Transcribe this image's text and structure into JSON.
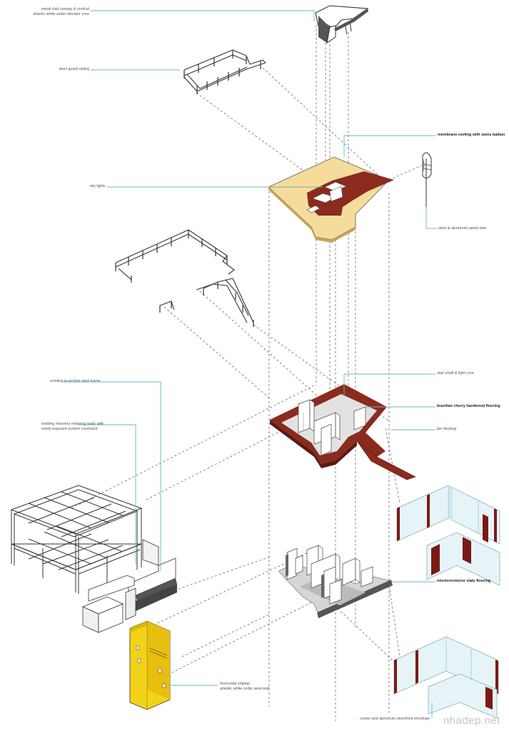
{
  "labels": {
    "canopy": [
      "metal clad canopy & vertical",
      "atlantic white cedar elevator core"
    ],
    "railing": "steel guard railing",
    "membrane": "membrane roofing with stone ballast",
    "skylights": "sky lights",
    "spiral": "steel & aluminum spiral stair",
    "steel_frame": "existing w-section steel frame",
    "masonry": [
      "existing masonry retaining walls with",
      "newly exposed sunken courtyard"
    ],
    "stair_shaft": "stair shaft & light core",
    "cherry": "brazilian cherry hardwood flooring",
    "ipe": "ipe decking",
    "slate": "interior/exterior slate flooring",
    "shiplap": [
      "horizontal shiplap",
      "atlantic white cedar west wall"
    ],
    "corten": "corten and aluminum storefront envelope"
  },
  "watermark": "nhadep.net",
  "colors": {
    "leader": "#5fb9cf",
    "cedar_roof": "#f6dc9a",
    "cherry": "#8a2b1e",
    "slate": "#7f7f7f",
    "cedar_wall": "#f3d21a",
    "glass": "#e6f4f8",
    "corten": "#7b1a14"
  }
}
